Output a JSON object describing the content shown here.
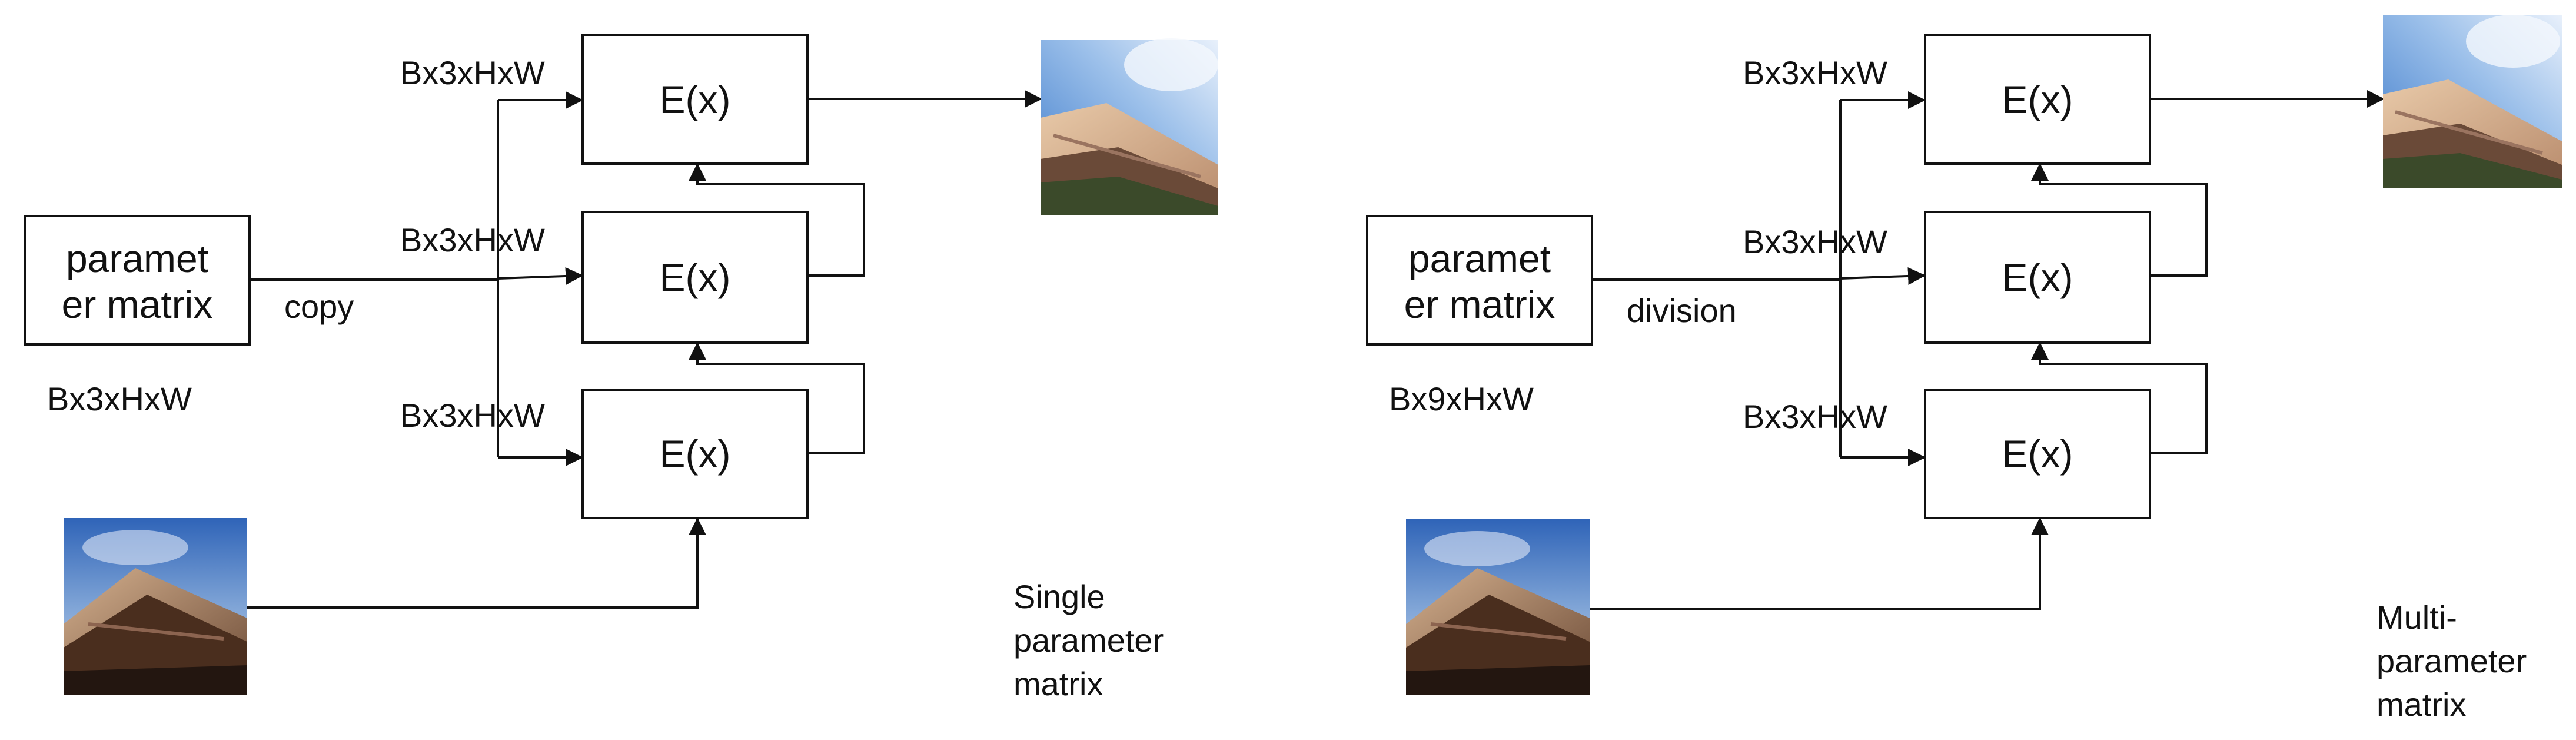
{
  "panels": [
    {
      "id": "single",
      "param_box": [
        "paramet",
        "er matrix"
      ],
      "op_label": "copy",
      "param_shape": "Bx3xHxW",
      "branch_labels": [
        "Bx3xHxW",
        "Bx3xHxW",
        "Bx3xHxW"
      ],
      "e_boxes": [
        "E(x)",
        "E(x)",
        "E(x)"
      ],
      "caption": [
        "Single",
        "parameter",
        "matrix"
      ]
    },
    {
      "id": "multi",
      "param_box": [
        "paramet",
        "er matrix"
      ],
      "op_label": "division",
      "param_shape": "Bx9xHxW",
      "branch_labels": [
        "Bx3xHxW",
        "Bx3xHxW",
        "Bx3xHxW"
      ],
      "e_boxes": [
        "E(x)",
        "E(x)",
        "E(x)"
      ],
      "caption": [
        "Multi-",
        "parameter",
        "matrix"
      ]
    }
  ]
}
